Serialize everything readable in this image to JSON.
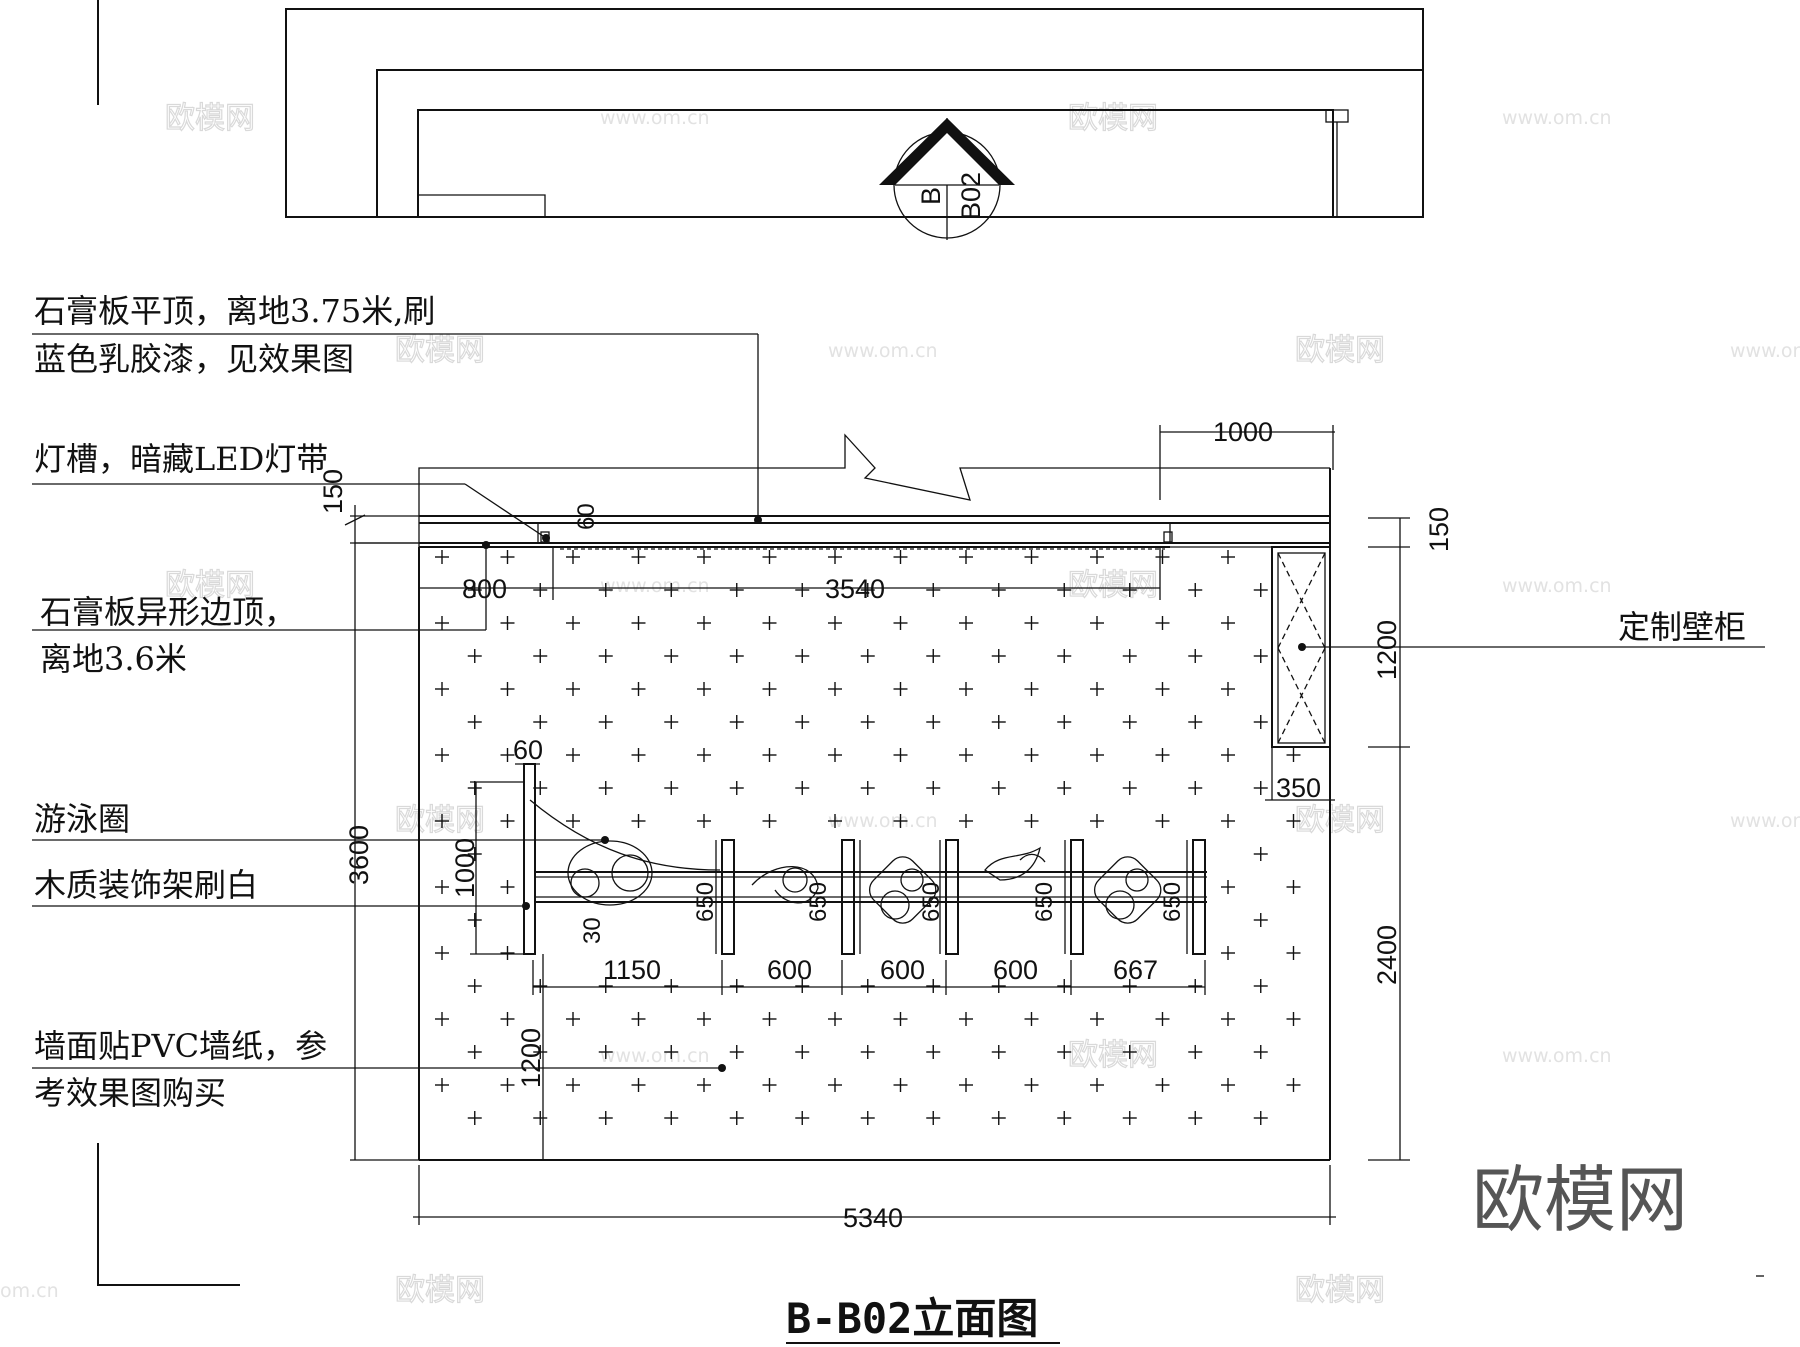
{
  "drawing": {
    "title": "B-B02立面图",
    "section_marker": {
      "letter": "B",
      "code": "B02"
    },
    "watermark_logo": "欧模网",
    "watermark_text": "欧模网",
    "watermark_url": "www.om.cn",
    "watermark_url_partial": "om.cn"
  },
  "annotations": {
    "ceiling_l1": "石膏板平顶，离地3.75米,刷",
    "ceiling_l2": "蓝色乳胶漆，见效果图",
    "light_trough": "灯槽，暗藏LED灯带",
    "edge_ceiling_l1": "石膏板异形边顶，",
    "edge_ceiling_l2": "离地3.6米",
    "cabinet": "定制壁柜",
    "swim_ring": "游泳圈",
    "wood_shelf": "木质装饰架刷白",
    "wallpaper_l1": "墙面贴PVC墙纸，参",
    "wallpaper_l2": "考效果图购买"
  },
  "dimensions": {
    "top_1000": "1000",
    "left_150": "150",
    "small_60_ceiling": "60",
    "d_800": "800",
    "d_3540": "3540",
    "right_150": "150",
    "right_1200": "1200",
    "right_2400": "2400",
    "d_350": "350",
    "d_60": "60",
    "d_1000": "1000",
    "d_3600": "3600",
    "d_30": "30",
    "d_650": "650",
    "d_1150": "1150",
    "d_600": "600",
    "d_667": "667",
    "d_1200": "1200",
    "d_5340": "5340"
  }
}
